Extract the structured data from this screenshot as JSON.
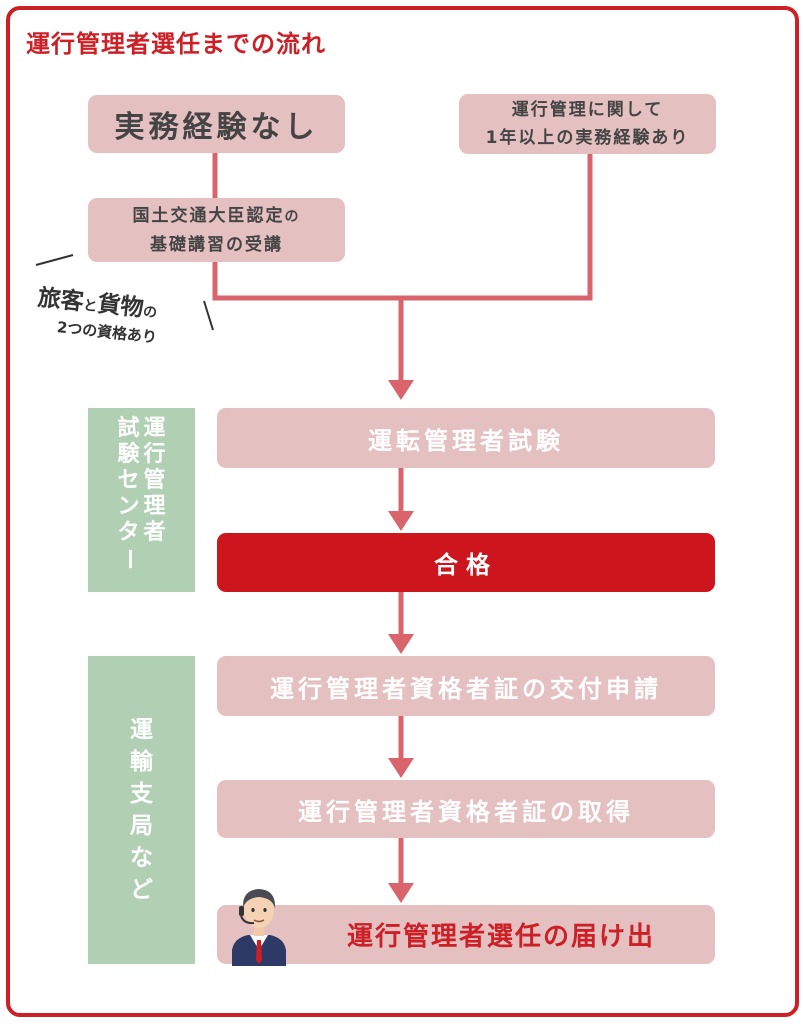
{
  "title": "運行管理者選任までの流れ",
  "start_no_exp": "実務経験なし",
  "start_exp_line1": "運行管理に関して",
  "start_exp_line2": "1年以上の実務経験あり",
  "course_line1_main": "国土交通大臣認定",
  "course_line1_suffix": "の",
  "course_line2": "基礎講習の受講",
  "note_word1": "旅客",
  "note_connector1": "と",
  "note_word2": "貨物",
  "note_connector2": "の",
  "note_line2": "2つの資格あり",
  "side_exam": [
    "試験センター",
    "運行管理者"
  ],
  "side_bureau": "運輸支局など",
  "steps": {
    "exam": "運転管理者試験",
    "pass": "合格",
    "apply": "運行管理者資格者証の交付申請",
    "obtain": "運行管理者資格者証の取得",
    "notify": "運行管理者選任の届け出"
  },
  "colors": {
    "accent": "#cc1f26",
    "box_fill": "#e4c1c0",
    "connector": "#d9646b",
    "side_fill": "#b0cfb3"
  }
}
